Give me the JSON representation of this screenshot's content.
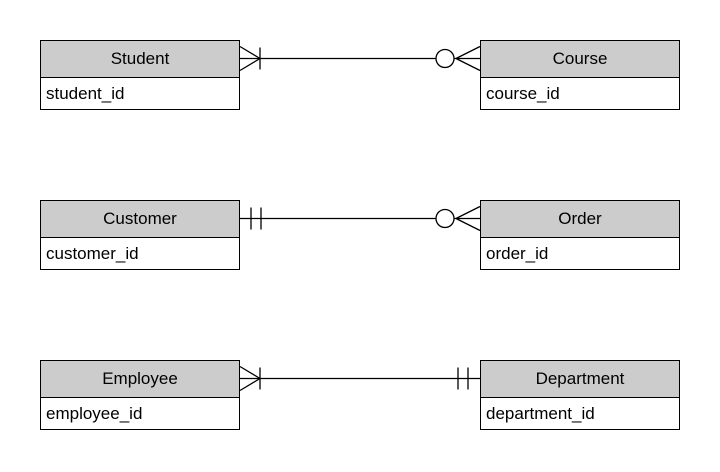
{
  "diagram": {
    "type": "entity-relationship",
    "background": "#ffffff",
    "entity_header_fill": "#cccccc",
    "entity_body_fill": "#ffffff",
    "border_color": "#000000",
    "text_color": "#000000"
  },
  "entities": [
    {
      "name": "Student",
      "attributes": [
        "student_id"
      ]
    },
    {
      "name": "Course",
      "attributes": [
        "course_id"
      ]
    },
    {
      "name": "Customer",
      "attributes": [
        "customer_id"
      ]
    },
    {
      "name": "Order",
      "attributes": [
        "order_id"
      ]
    },
    {
      "name": "Employee",
      "attributes": [
        "employee_id"
      ]
    },
    {
      "name": "Department",
      "attributes": [
        "department_id"
      ]
    }
  ],
  "relationships": [
    {
      "from": "Student",
      "to": "Course",
      "from_cardinality": "one-or-many",
      "to_cardinality": "zero-or-many"
    },
    {
      "from": "Customer",
      "to": "Order",
      "from_cardinality": "exactly-one",
      "to_cardinality": "zero-or-many"
    },
    {
      "from": "Employee",
      "to": "Department",
      "from_cardinality": "one-or-many",
      "to_cardinality": "exactly-one"
    }
  ]
}
